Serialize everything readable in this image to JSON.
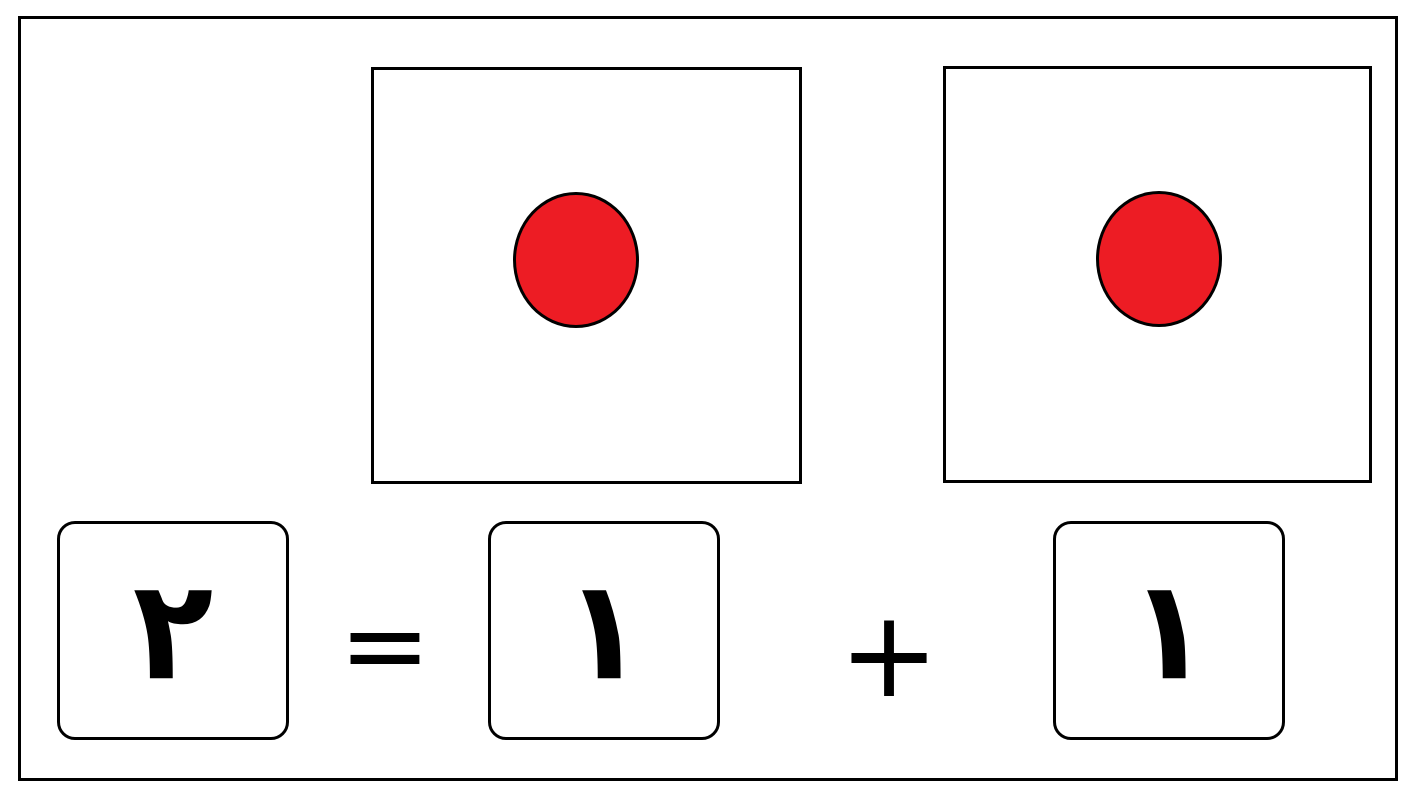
{
  "colors": {
    "dot_fill": "#ED1C24",
    "border": "#000000",
    "background": "#FFFFFF"
  },
  "panels": [
    {
      "position": "left",
      "dot_count": 1
    },
    {
      "position": "right",
      "dot_count": 1
    }
  ],
  "equation": {
    "result": "٢",
    "equals": "=",
    "operand_a": "١",
    "plus": "+",
    "operand_b": "١"
  }
}
